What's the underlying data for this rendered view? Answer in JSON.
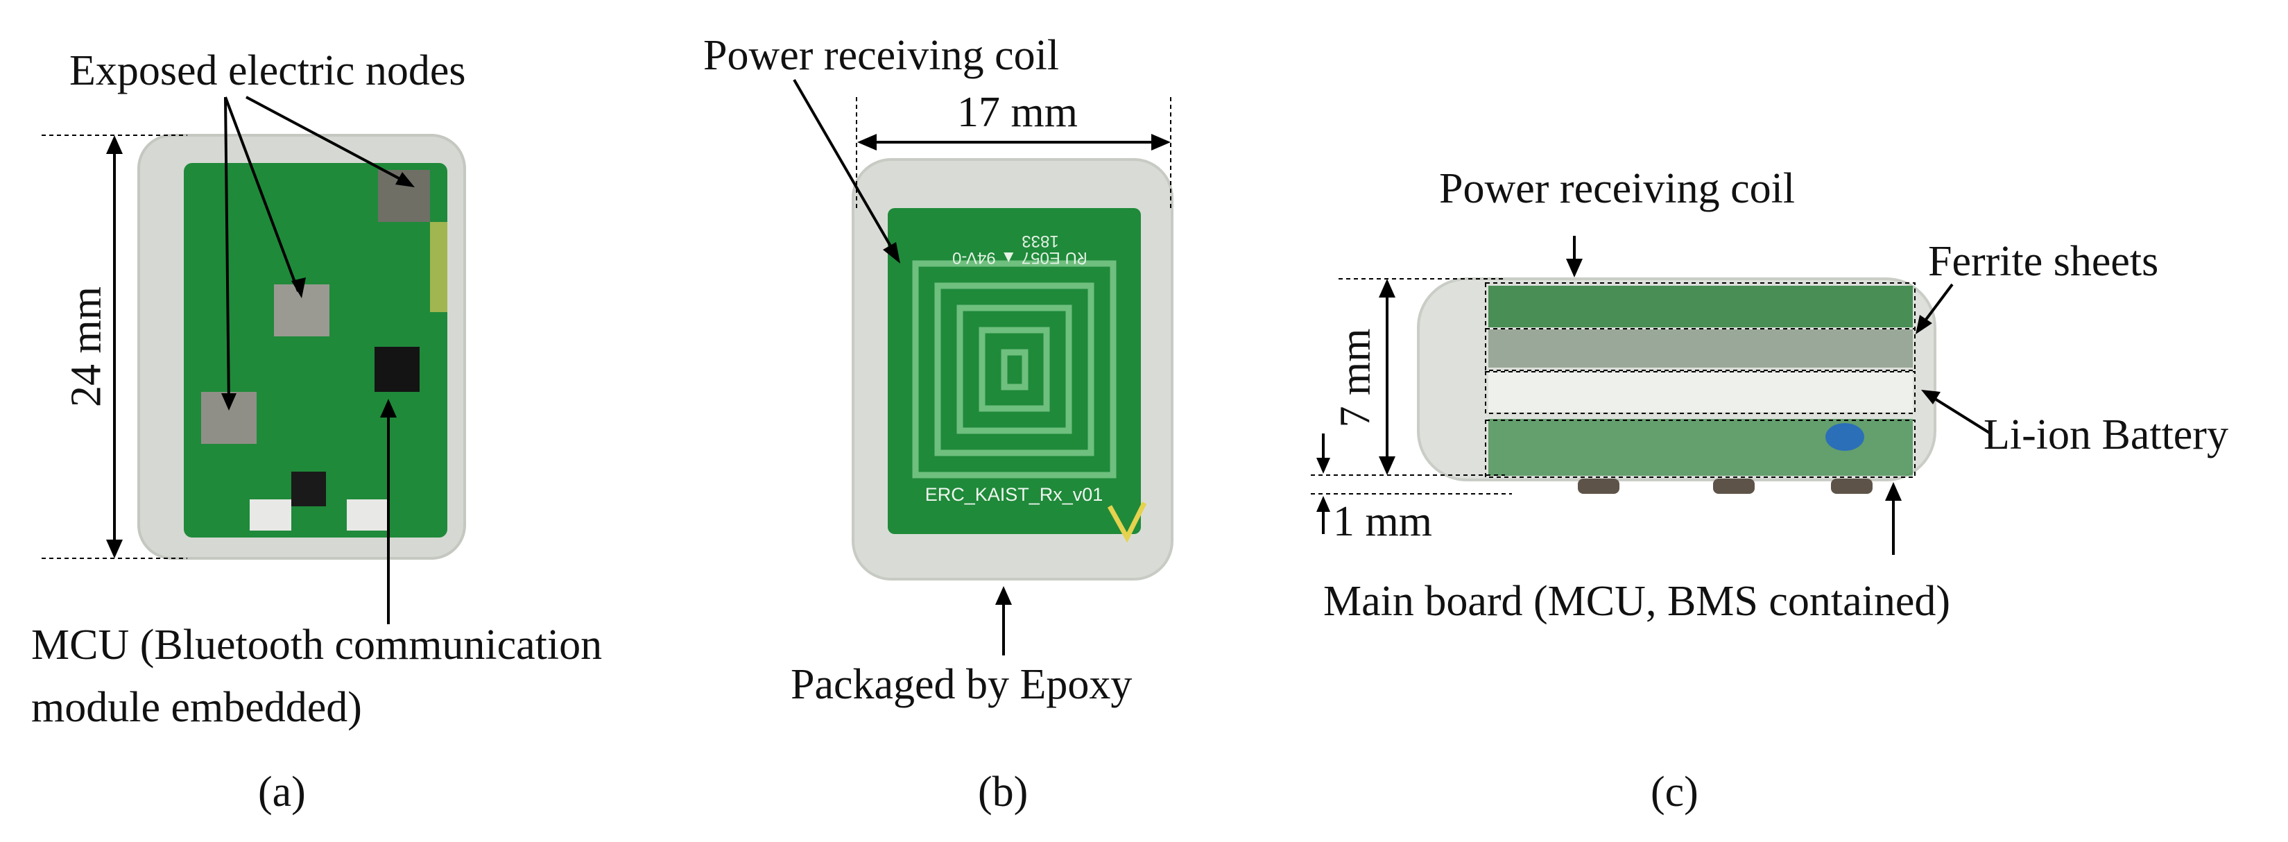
{
  "panel_a": {
    "caption": "(a)",
    "labels": {
      "exposed_nodes": "Exposed electric nodes",
      "dimension": "24 mm",
      "mcu_line1": "MCU (Bluetooth communication",
      "mcu_line2": "module embedded)"
    }
  },
  "panel_b": {
    "caption": "(b)",
    "labels": {
      "coil": "Power receiving coil",
      "dimension": "17 mm",
      "packaging": "Packaged by Epoxy",
      "pcb_code_top": "1833",
      "pcb_code_mid": "ᖇU E057 ▲ 94V-0",
      "pcb_name": "ERC_KAIST_Rx_v01"
    }
  },
  "panel_c": {
    "caption": "(c)",
    "labels": {
      "coil": "Power receiving coil",
      "ferrite": "Ferrite sheets",
      "dimension": "7 mm",
      "battery": "Li-ion Battery",
      "gap": "1 mm",
      "main_board": "Main board (MCU, BMS contained)"
    }
  },
  "colors": {
    "pcb_green": "#1f8a3a",
    "epoxy": "#d9dcd6",
    "trace": "#6fbf7f",
    "annotation": "#000000"
  }
}
